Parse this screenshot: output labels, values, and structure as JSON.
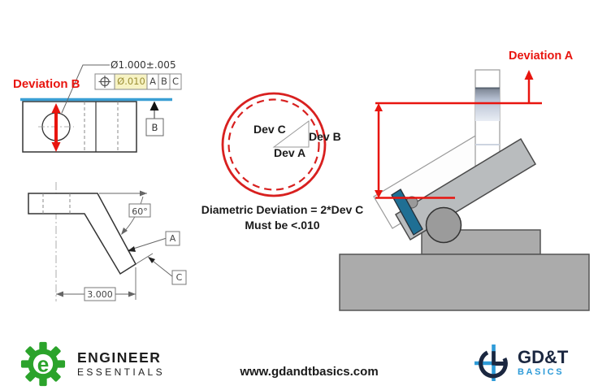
{
  "colors": {
    "accent_red": "#E8150F",
    "datum_line_blue": "#3B9FD4",
    "circle_red": "#D8201F",
    "tolerance_highlight": "#F7F3C4",
    "fixture_teal": "#1F6F94",
    "fixture_gray": "#ABABAB",
    "logo_green": "#2BA32B",
    "logo_navy": "#1B2740",
    "logo_blue": "#2E9BD8"
  },
  "top_view": {
    "deviation_label": "Deviation B",
    "fcf": {
      "size_dim": "Ø1.000±.005",
      "tolerance": "Ø.010",
      "datum_1": "A",
      "datum_2": "B",
      "datum_3": "C"
    },
    "datum_flag": "B"
  },
  "side_view": {
    "angle_label": "60°",
    "datum_a": "A",
    "datum_c": "C",
    "dim_label": "3.000"
  },
  "deviation_diagram": {
    "dev_c": "Dev C",
    "dev_b": "Dev B",
    "dev_a": "Dev A",
    "caption_line1": "Diametric Deviation = 2*Dev C",
    "caption_line2": "Must be <.010"
  },
  "fixture_view": {
    "deviation_label": "Deviation A"
  },
  "footer": {
    "url": "www.gdandtbasics.com",
    "engineer_essentials": {
      "monogram": "e",
      "line1": "ENGINEER",
      "line2": "ESSENTIALS"
    },
    "gdt_basics": {
      "line1": "GD&T",
      "line2": "BASICS"
    }
  }
}
